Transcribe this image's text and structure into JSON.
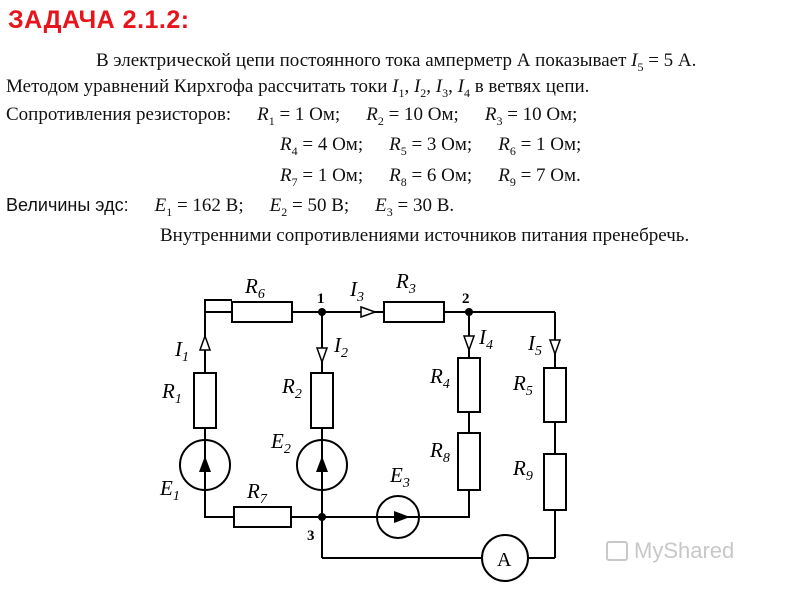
{
  "task": {
    "title": "ЗАДАЧА 2.1.2:"
  },
  "statement": {
    "line1_prefix": "В электрической цепи постоянного тока амперметр А показывает ",
    "line1_var": "I",
    "line1_sub": "5",
    "line1_suffix": " = 5 А.",
    "line2_prefix": "Методом уравнений Кирхгофа рассчитать токи ",
    "line2_vars": [
      {
        "sym": "I",
        "sub": "1"
      },
      {
        "sym": "I",
        "sub": "2"
      },
      {
        "sym": "I",
        "sub": "3"
      },
      {
        "sym": "I",
        "sub": "4"
      }
    ],
    "line2_suffix": " в ветвях цепи.",
    "resistors_label": "Сопротивления резисторов:",
    "resistors": [
      {
        "sym": "R",
        "sub": "1",
        "value": " = 1 Ом;"
      },
      {
        "sym": "R",
        "sub": "2",
        "value": " = 10 Ом;"
      },
      {
        "sym": "R",
        "sub": "3",
        "value": " = 10 Ом;"
      },
      {
        "sym": "R",
        "sub": "4",
        "value": " = 4 Ом;"
      },
      {
        "sym": "R",
        "sub": "5",
        "value": " = 3 Ом;"
      },
      {
        "sym": "R",
        "sub": "6",
        "value": " = 1 Ом;"
      },
      {
        "sym": "R",
        "sub": "7",
        "value": " = 1 Ом;"
      },
      {
        "sym": "R",
        "sub": "8",
        "value": " = 6 Ом;"
      },
      {
        "sym": "R",
        "sub": "9",
        "value": " = 7 Ом."
      }
    ],
    "emf_label": "Величины эдс:",
    "emfs": [
      {
        "sym": "E",
        "sub": "1",
        "value": " = 162 В;"
      },
      {
        "sym": "E",
        "sub": "2",
        "value": " = 50 В;"
      },
      {
        "sym": "E",
        "sub": "3",
        "value": " = 30 В."
      }
    ],
    "note": "Внутренними сопротивлениями источников питания пренебречь."
  },
  "circuit": {
    "labels": {
      "R1": "R",
      "R1_sub": "1",
      "R2": "R",
      "R2_sub": "2",
      "R3": "R",
      "R3_sub": "3",
      "R4": "R",
      "R4_sub": "4",
      "R5": "R",
      "R5_sub": "5",
      "R6": "R",
      "R6_sub": "6",
      "R7": "R",
      "R7_sub": "7",
      "R8": "R",
      "R8_sub": "8",
      "R9": "R",
      "R9_sub": "9",
      "E1": "E",
      "E1_sub": "1",
      "E2": "E",
      "E2_sub": "2",
      "E3": "E",
      "E3_sub": "3",
      "I1": "I",
      "I1_sub": "1",
      "I2": "I",
      "I2_sub": "2",
      "I3": "I",
      "I3_sub": "3",
      "I4": "I",
      "I4_sub": "4",
      "I5": "I",
      "I5_sub": "5",
      "node1": "1",
      "node2": "2",
      "node3": "3",
      "ammeter": "A"
    }
  },
  "watermark": {
    "text": "MyShared"
  }
}
